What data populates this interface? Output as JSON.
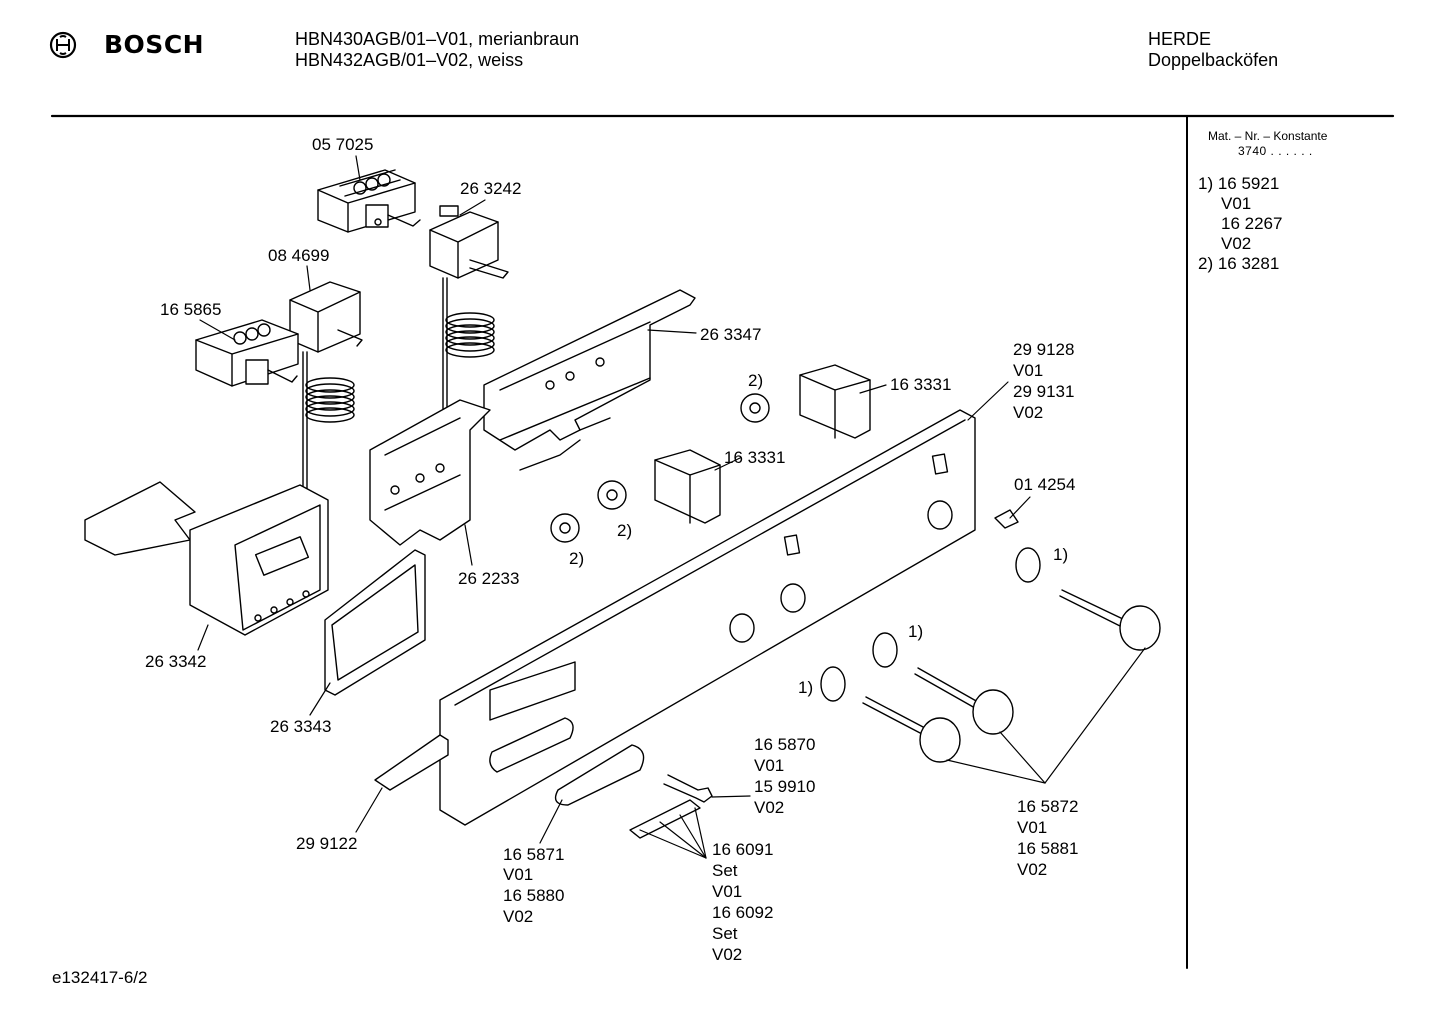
{
  "header": {
    "brand": "BOSCH",
    "model_line_1": "HBN430AGB/01–V01, merianbraun",
    "model_line_2": "HBN432AGB/01–V02, weiss",
    "category_1": "HERDE",
    "category_2": "Doppelbacköfen"
  },
  "sidebar": {
    "heading": "Mat. – Nr. – Konstante",
    "constant": "3740 . . . . . .",
    "lines": [
      "1) 16 5921",
      "V01",
      "16 2267",
      "V02",
      "2) 16 3281"
    ]
  },
  "labels": {
    "p057025": "05 7025",
    "p263242": "26 3242",
    "p084699": "08 4699",
    "p165865": "16 5865",
    "p263347": "26 3347",
    "p299128": [
      "29 9128",
      "V01",
      "29 9131",
      "V02"
    ],
    "n2a": "2)",
    "p163331a": "16 3331",
    "p163331b": "16 3331",
    "p014254": "01 4254",
    "n2b": "2)",
    "n2c": "2)",
    "n1a": "1)",
    "n1b": "1)",
    "n1c": "1)",
    "p262233": "26 2233",
    "p263342": "26 3342",
    "p263343": "26 3343",
    "p165870": [
      "16 5870",
      "V01",
      "15 9910",
      "V02"
    ],
    "p299122": "29 9122",
    "p165871": [
      "16 5871",
      "V01",
      "16 5880",
      "V02"
    ],
    "p166091": [
      "16 6091",
      "Set",
      "V01",
      "16 6092",
      "Set",
      "V02"
    ],
    "p165872": [
      "16 5872",
      "V01",
      "16 5881",
      "V02"
    ]
  },
  "footer": {
    "code": "e132417-6/2"
  }
}
